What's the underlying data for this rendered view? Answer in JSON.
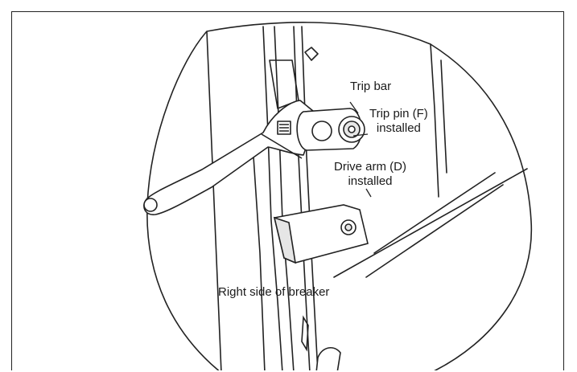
{
  "figure": {
    "labels": {
      "trip_bar": "Trip bar",
      "trip_pin_line1": "Trip pin (F)",
      "trip_pin_line2": "installed",
      "drive_arm_line1": "Drive arm (D)",
      "drive_arm_line2": "installed",
      "right_side": "Right side of breaker"
    }
  },
  "colors": {
    "stroke": "#222222",
    "background": "#ffffff",
    "shade": "#e6e6e6"
  }
}
